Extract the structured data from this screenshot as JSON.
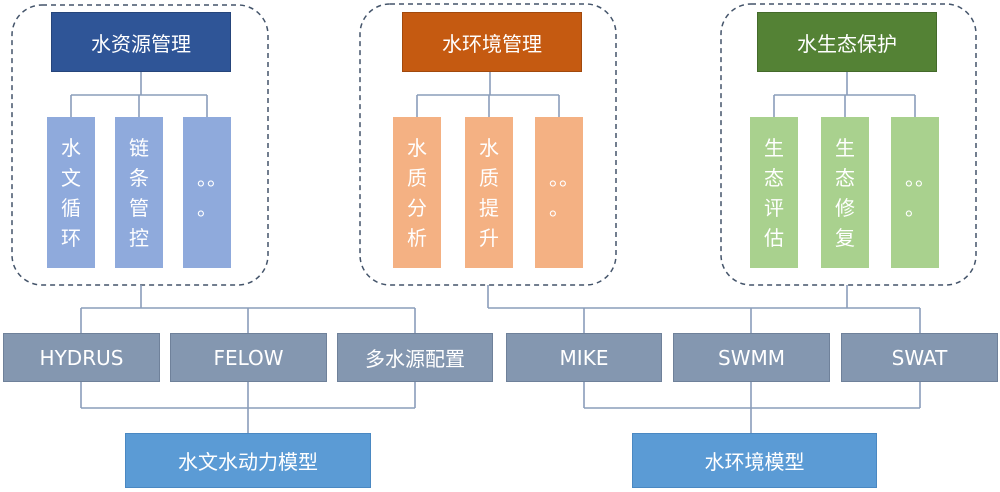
{
  "groups": [
    {
      "title": "水资源管理",
      "title_color": "#2F5597",
      "bar_color": "#8FAADC",
      "items": [
        "水文循环",
        "链条管控",
        "。。。"
      ]
    },
    {
      "title": "水环境管理",
      "title_color": "#C55A11",
      "bar_color": "#F4B183",
      "items": [
        "水质分析",
        "水质提升",
        "。。。"
      ]
    },
    {
      "title": "水生态保护",
      "title_color": "#548235",
      "bar_color": "#A9D18E",
      "items": [
        "生态评估",
        "生态修复",
        "。。。"
      ]
    }
  ],
  "tools": {
    "color": "#8497B0",
    "items": [
      "HYDRUS",
      "FELOW",
      "多水源配置",
      "MIKE",
      "SWMM",
      "SWAT"
    ]
  },
  "models": {
    "color": "#5B9BD5",
    "items": [
      "水文水动力模型",
      "水环境模型"
    ]
  }
}
